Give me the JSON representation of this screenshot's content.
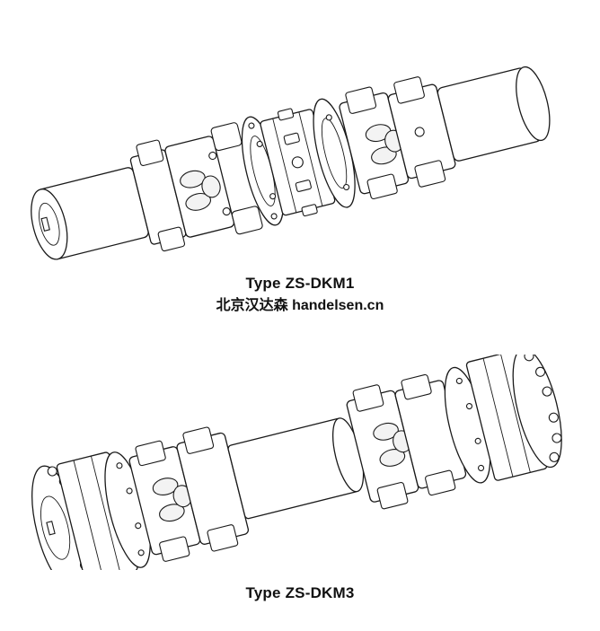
{
  "figure1": {
    "title": "Type ZS-DKM1",
    "subtitle": "北京汉达森 handelsen.cn"
  },
  "figure2": {
    "title": "Type ZS-DKM3"
  }
}
